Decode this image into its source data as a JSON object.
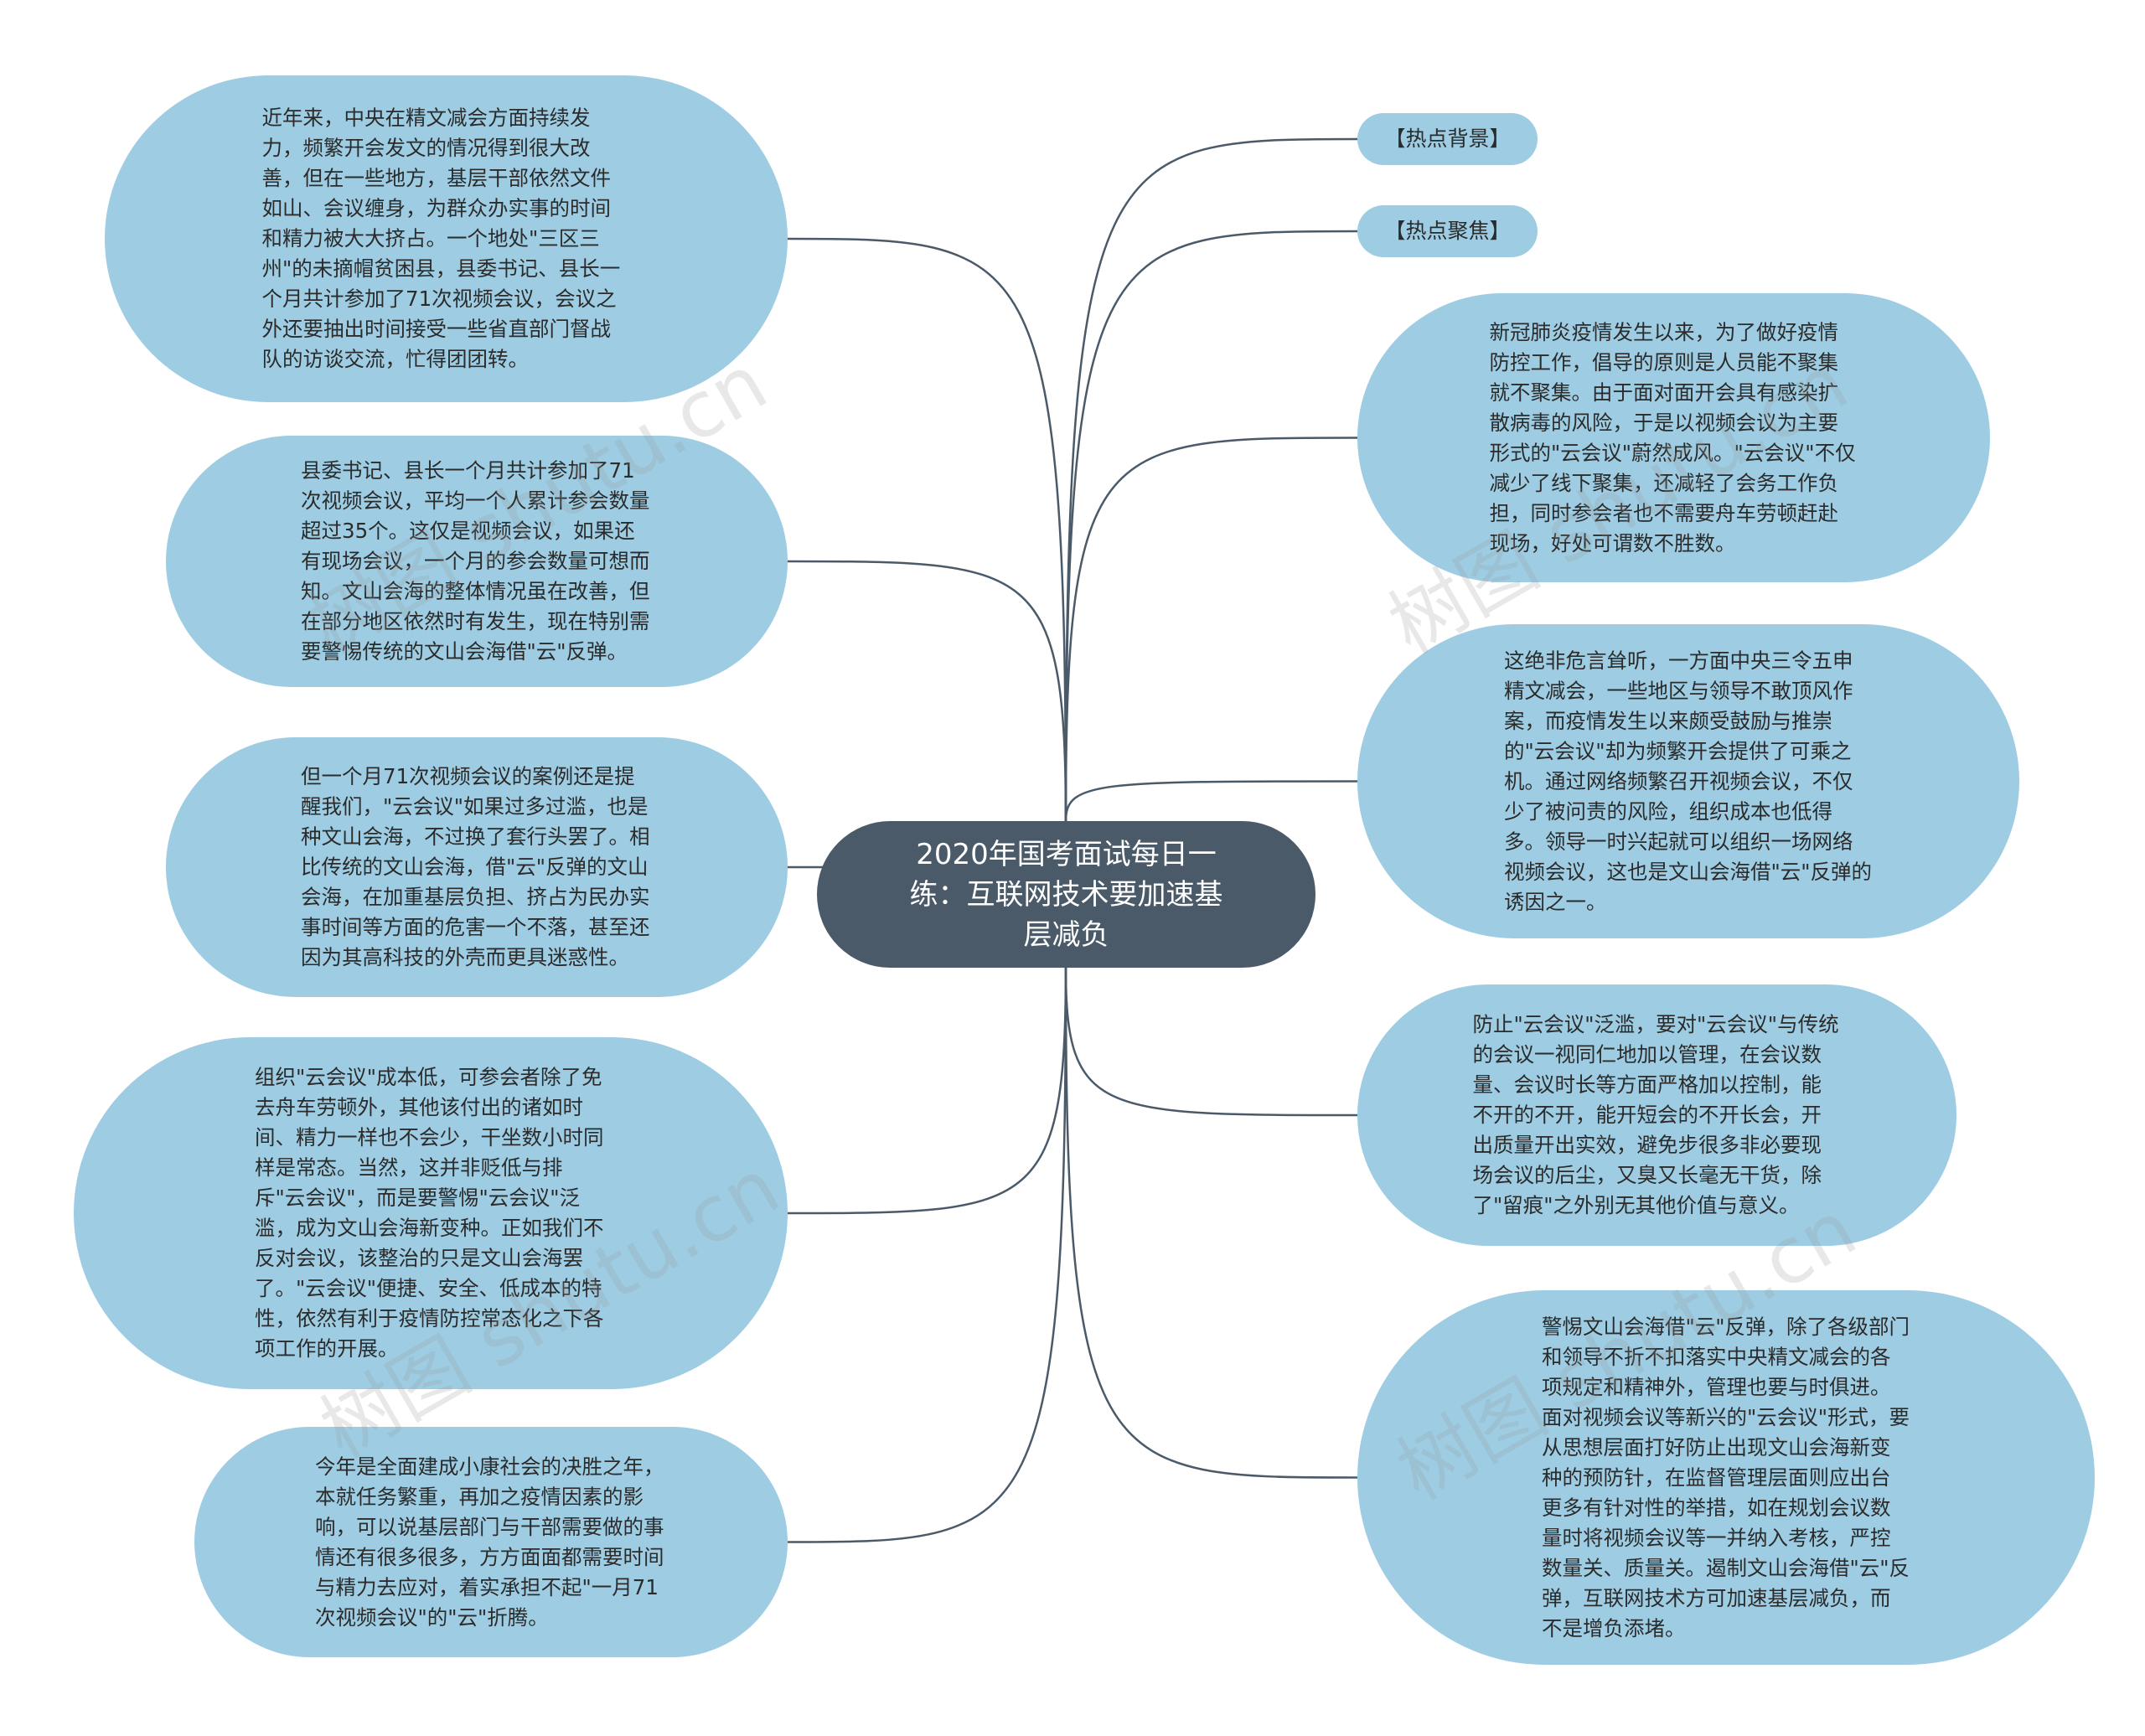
{
  "central": {
    "title": "2020年国考面试每日一练：互联网技术要加速基层减负"
  },
  "left_nodes": [
    {
      "text": "近年来，中央在精文减会方面持续发力，频繁开会发文的情况得到很大改善，但在一些地方，基层干部依然文件如山、会议缠身，为群众办实事的时间和精力被大大挤占。一个地处\"三区三州\"的未摘帽贫困县，县委书记、县长一个月共计参加了71次视频会议，会议之外还要抽出时间接受一些省直部门督战队的访谈交流，忙得团团转。"
    },
    {
      "text": "县委书记、县长一个月共计参加了71次视频会议，平均一个人累计参会数量超过35个。这仅是视频会议，如果还有现场会议，一个月的参会数量可想而知。文山会海的整体情况虽在改善，但在部分地区依然时有发生，现在特别需要警惕传统的文山会海借\"云\"反弹。"
    },
    {
      "text": "但一个月71次视频会议的案例还是提醒我们，\"云会议\"如果过多过滥，也是种文山会海，不过换了套行头罢了。相比传统的文山会海，借\"云\"反弹的文山会海，在加重基层负担、挤占为民办实事时间等方面的危害一个不落，甚至还因为其高科技的外壳而更具迷惑性。"
    },
    {
      "text": "组织\"云会议\"成本低，可参会者除了免去舟车劳顿外，其他该付出的诸如时间、精力一样也不会少，干坐数小时同样是常态。当然，这并非贬低与排斥\"云会议\"，而是要警惕\"云会议\"泛滥，成为文山会海新变种。正如我们不反对会议，该整治的只是文山会海罢了。\"云会议\"便捷、安全、低成本的特性，依然有利于疫情防控常态化之下各项工作的开展。"
    },
    {
      "text": "今年是全面建成小康社会的决胜之年，本就任务繁重，再加之疫情因素的影响，可以说基层部门与干部需要做的事情还有很多很多，方方面面都需要时间与精力去应对，着实承担不起\"一月71次视频会议\"的\"云\"折腾。"
    }
  ],
  "right_nodes": [
    {
      "text": "【热点背景】"
    },
    {
      "text": "【热点聚焦】"
    },
    {
      "text": "新冠肺炎疫情发生以来，为了做好疫情防控工作，倡导的原则是人员能不聚集就不聚集。由于面对面开会具有感染扩散病毒的风险，于是以视频会议为主要形式的\"云会议\"蔚然成风。\"云会议\"不仅减少了线下聚集，还减轻了会务工作负担，同时参会者也不需要舟车劳顿赶赴现场，好处可谓数不胜数。"
    },
    {
      "text": "这绝非危言耸听，一方面中央三令五申精文减会，一些地区与领导不敢顶风作案，而疫情发生以来颇受鼓励与推崇的\"云会议\"却为频繁开会提供了可乘之机。通过网络频繁召开视频会议，不仅少了被问责的风险，组织成本也低得多。领导一时兴起就可以组织一场网络视频会议，这也是文山会海借\"云\"反弹的诱因之一。"
    },
    {
      "text": "防止\"云会议\"泛滥，要对\"云会议\"与传统的会议一视同仁地加以管理，在会议数量、会议时长等方面严格加以控制，能不开的不开，能开短会的不开长会，开出质量开出实效，避免步很多非必要现场会议的后尘，又臭又长毫无干货，除了\"留痕\"之外别无其他价值与意义。"
    },
    {
      "text": "警惕文山会海借\"云\"反弹，除了各级部门和领导不折不扣落实中央精文减会的各项规定和精神外，管理也要与时俱进。面对视频会议等新兴的\"云会议\"形式，要从思想层面打好防止出现文山会海新变种的预防针，在监督管理层面则应出台更多有针对性的举措，如在规划会议数量时将视频会议等一并纳入考核，严控数量关、质量关。遏制文山会海借\"云\"反弹，互联网技术方可加速基层减负，而不是增负添堵。"
    }
  ],
  "watermarks": [
    "树图 shutu.cn",
    "树图 shutu.cn",
    "树图 shutu.cn",
    "树图 shutu.cn"
  ],
  "colors": {
    "node_fill": "#9ecde3",
    "center_fill": "#4a5a69",
    "link_stroke": "#4a5a69",
    "text": "#2b2b2b"
  }
}
